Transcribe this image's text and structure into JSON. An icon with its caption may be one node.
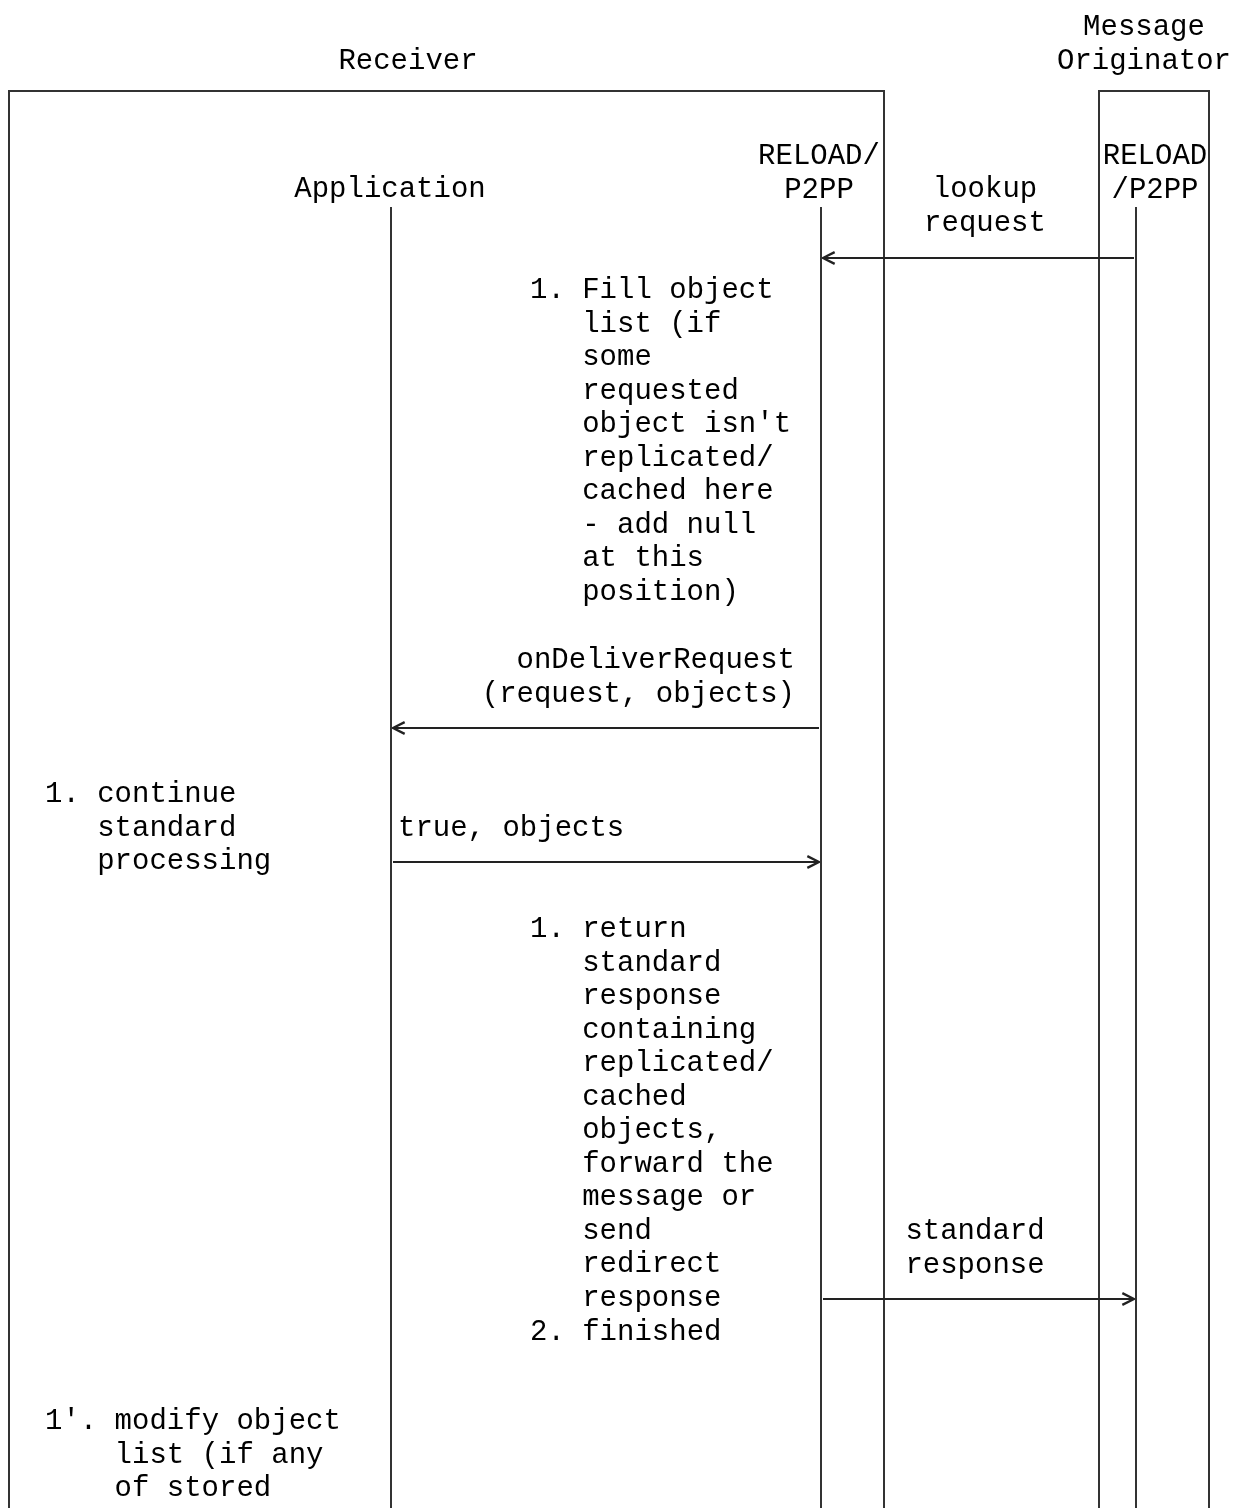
{
  "diagram": {
    "nodes": [
      {
        "text": [
          "Receiver"
        ]
      },
      {
        "text": [
          "Message Originator"
        ]
      },
      {
        "text": [
          "Application"
        ],
        "in": 0
      },
      {
        "text": [
          "RELOAD/ P2PP"
        ],
        "in": 0
      },
      {
        "text": [
          "RELOAD /P2PP"
        ],
        "in": 1
      }
    ],
    "edges": [
      {
        "from": 4,
        "to": 3,
        "arrow": "to",
        "label": "lookup request"
      },
      {
        "from": 3,
        "to": 2,
        "arrow": "to",
        "label": "onDeliverRequest (request, objects)"
      },
      {
        "from": 2,
        "to": 3,
        "arrow": "to",
        "label": "true, objects"
      },
      {
        "from": 3,
        "to": 4,
        "arrow": "to",
        "label": "standard response"
      }
    ],
    "labels": [
      "1. Fill object list (if some requested object isn't replicated/ cached here - add null at this position)",
      "1. continue standard processing",
      "1. return standard response containing replicated/ cached objects, forward the message or send redirect response",
      "2. finished",
      "1'. modify object list (if any of stored"
    ]
  }
}
